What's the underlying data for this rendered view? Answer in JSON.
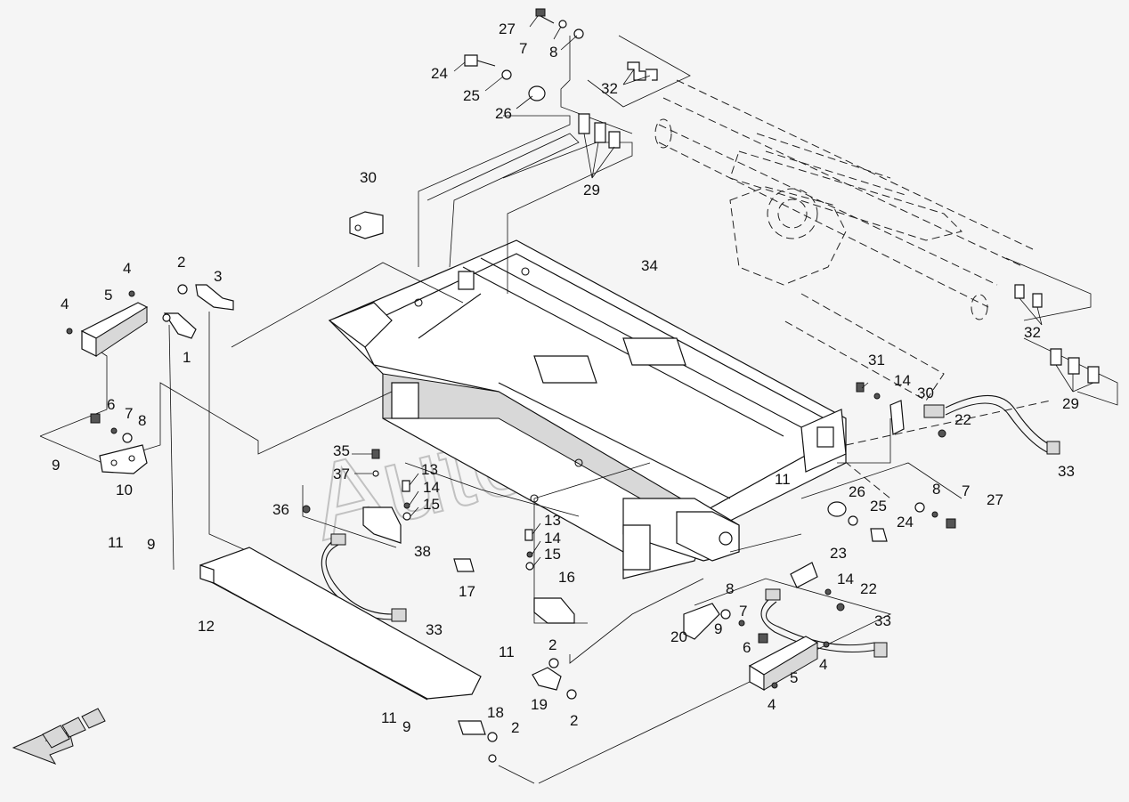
{
  "watermark": "AutoSoft",
  "callouts": [
    "1",
    "2",
    "3",
    "4",
    "5",
    "6",
    "7",
    "8",
    "9",
    "10",
    "11",
    "12",
    "13",
    "14",
    "15",
    "16",
    "17",
    "18",
    "19",
    "20",
    "22",
    "23",
    "24",
    "25",
    "26",
    "27",
    "29",
    "30",
    "31",
    "32",
    "33",
    "34",
    "35",
    "36",
    "37",
    "38"
  ],
  "colors": {
    "background": "#f5f5f5",
    "ink": "#111111",
    "watermark": "#b8b8b8"
  },
  "icons": [
    "direction-arrow-icon"
  ]
}
